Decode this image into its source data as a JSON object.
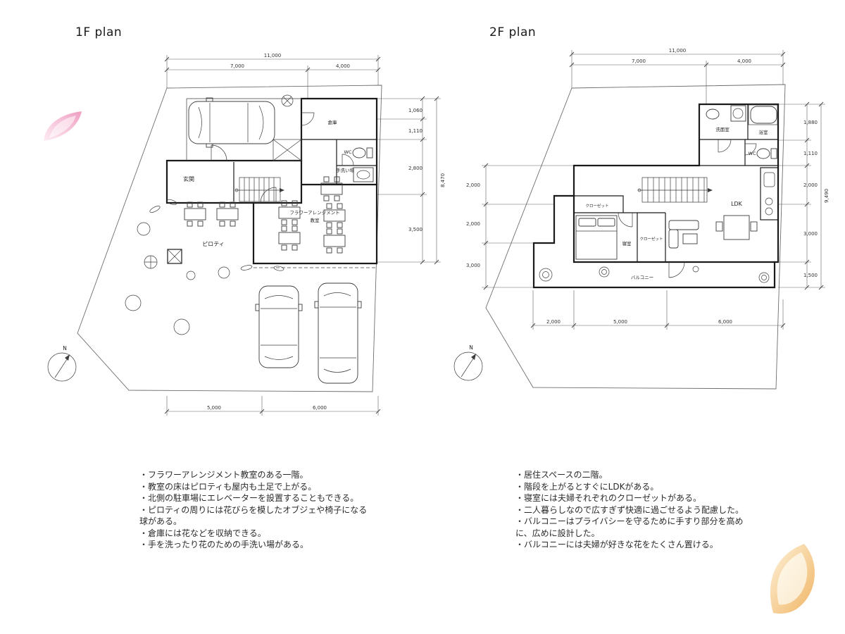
{
  "plan1": {
    "title": "1F plan",
    "north_label": "N",
    "dims": {
      "top_total": "11,000",
      "top_left": "7,000",
      "top_right": "4,000",
      "right": [
        "1,060",
        "1,110",
        "2,800",
        "3,500"
      ],
      "right_total": "8,470",
      "bottom": [
        "5,000",
        "6,000"
      ]
    },
    "rooms": {
      "storage": "倉庫",
      "wc": "WC",
      "handwash": "手洗い場",
      "entrance": "玄関",
      "classroom_line1": "フラワーアレンジメント",
      "classroom_line2": "教室",
      "piloti": "ピロティ"
    }
  },
  "plan2": {
    "title": "2F plan",
    "north_label": "N",
    "dims": {
      "top_total": "11,000",
      "top_left": "7,000",
      "top_right": "4,000",
      "right": [
        "1,880",
        "1,110",
        "2,000",
        "3,000",
        "1,500"
      ],
      "right_total": "9,490",
      "left": [
        "2,000",
        "2,000",
        "3,000"
      ],
      "bottom": [
        "2,000",
        "5,000",
        "6,000"
      ]
    },
    "rooms": {
      "washroom": "洗面室",
      "bath": "浴室",
      "wc": "WC",
      "ldk": "LDK",
      "closet1": "クローゼット",
      "closet2": "クローゼット",
      "bedroom": "寝室",
      "balcony": "バルコニー"
    }
  },
  "notes1": {
    "lines": [
      "・フラワーアレンジメント教室のある一階。",
      "・教室の床はピロティも屋内も土足で上がる。",
      "・北側の駐車場にエレベーターを設置することもできる。",
      "・ピロティの周りには花びらを模したオブジェや椅子になる",
      "球がある。",
      "・倉庫には花などを収納できる。",
      "・手を洗ったり花のための手洗い場がある。"
    ]
  },
  "notes2": {
    "lines": [
      "・居住スペースの二階。",
      "・階段を上がるとすぐにLDKがある。",
      "・寝室には夫婦それぞれのクローゼットがある。",
      "・二人暮らしなので広すぎず快適に過ごせるよう配慮した。",
      "・バルコニーはプライバシーを守るために手すり部分を高め",
      "に、広めに設計した。",
      "・バルコニーには夫婦が好きな花をたくさん置ける。"
    ]
  },
  "decor": {
    "petal_pink": "#f09ec2",
    "petal_pink_light": "#fdeef5",
    "petal_orange": "#f0b463",
    "petal_orange_light": "#fdf2da"
  }
}
